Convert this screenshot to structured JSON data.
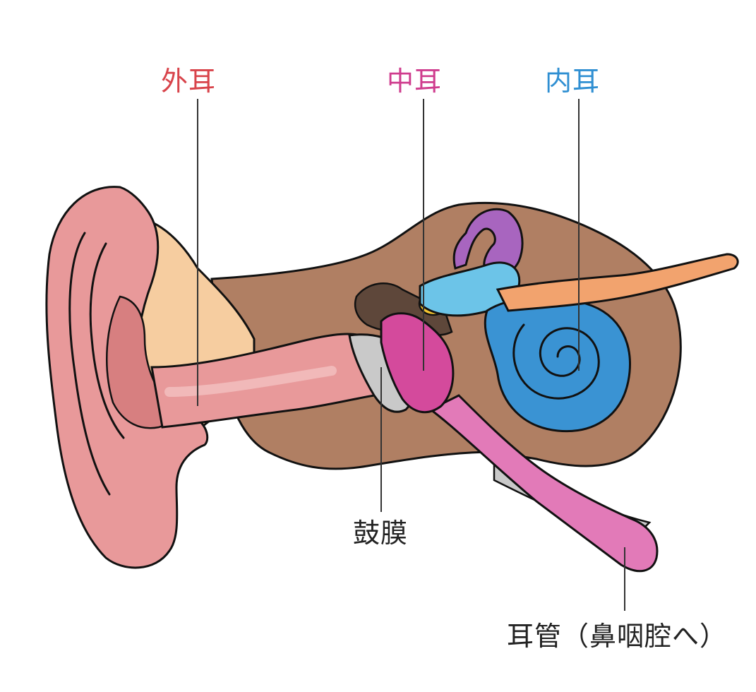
{
  "colors": {
    "outer_ear": "#d8434a",
    "middle_ear": "#cf3d8e",
    "inner_ear": "#2f8fd2",
    "skin_pink": "#e8999a",
    "skin_dark_pink": "#d77f80",
    "skin_peach": "#f6cda0",
    "bone_brown": "#b07f63",
    "cochlea_blue": "#3a93d3",
    "canal_light_blue": "#6cc4e8",
    "semicircular_purple": "#a865bf",
    "tube_magenta": "#d44a9c",
    "tube_pink": "#e27ab8",
    "eardrum_gray": "#c9c9c9",
    "ossicle_yellow": "#f4c430",
    "nerve_orange": "#f2a36e",
    "dark_brown": "#5e473a",
    "outline": "#111111",
    "leader_line": "#333333"
  },
  "labels": {
    "outer_ear": "外耳",
    "middle_ear": "中耳",
    "inner_ear": "内耳",
    "eardrum": "鼓膜",
    "eustachian_tube": "耳管（鼻咽腔へ）"
  }
}
